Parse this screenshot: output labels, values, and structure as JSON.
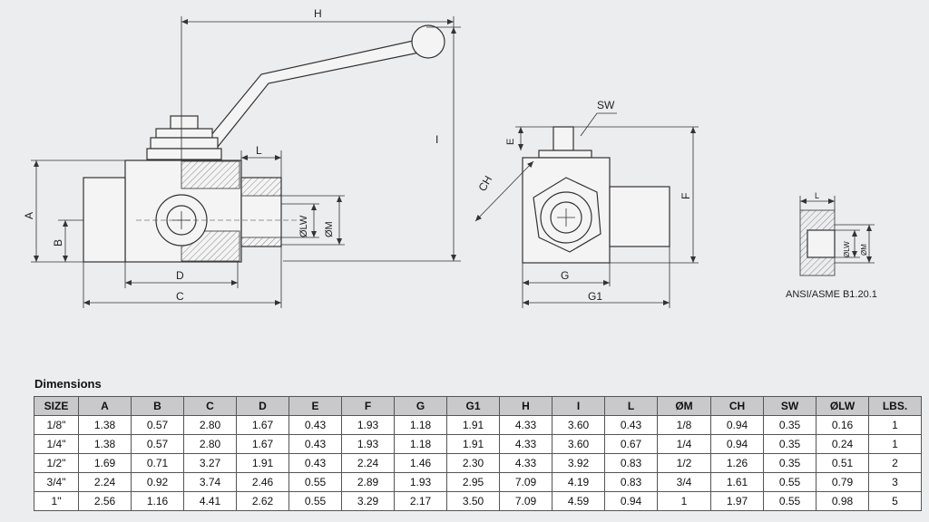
{
  "drawing": {
    "labels": {
      "H": "H",
      "I": "I",
      "L": "L",
      "A": "A",
      "B": "B",
      "C": "C",
      "D": "D",
      "LW": "ØLW",
      "M": "ØM",
      "SW": "SW",
      "E": "E",
      "CH": "CH",
      "F": "F",
      "G": "G",
      "G1": "G1",
      "small_L": "L",
      "small_LW": "ØLW",
      "small_M": "ØM"
    },
    "standard_note": "ANSI/ASME B1.20.1"
  },
  "table": {
    "title": "Dimensions",
    "headers": [
      "SIZE",
      "A",
      "B",
      "C",
      "D",
      "E",
      "F",
      "G",
      "G1",
      "H",
      "I",
      "L",
      "ØM",
      "CH",
      "SW",
      "ØLW",
      "LBS."
    ],
    "rows": [
      [
        "1/8\"",
        "1.38",
        "0.57",
        "2.80",
        "1.67",
        "0.43",
        "1.93",
        "1.18",
        "1.91",
        "4.33",
        "3.60",
        "0.43",
        "1/8",
        "0.94",
        "0.35",
        "0.16",
        "1"
      ],
      [
        "1/4\"",
        "1.38",
        "0.57",
        "2.80",
        "1.67",
        "0.43",
        "1.93",
        "1.18",
        "1.91",
        "4.33",
        "3.60",
        "0.67",
        "1/4",
        "0.94",
        "0.35",
        "0.24",
        "1"
      ],
      [
        "1/2\"",
        "1.69",
        "0.71",
        "3.27",
        "1.91",
        "0.43",
        "2.24",
        "1.46",
        "2.30",
        "4.33",
        "3.92",
        "0.83",
        "1/2",
        "1.26",
        "0.35",
        "0.51",
        "2"
      ],
      [
        "3/4\"",
        "2.24",
        "0.92",
        "3.74",
        "2.46",
        "0.55",
        "2.89",
        "1.93",
        "2.95",
        "7.09",
        "4.19",
        "0.83",
        "3/4",
        "1.61",
        "0.55",
        "0.79",
        "3"
      ],
      [
        "1\"",
        "2.56",
        "1.16",
        "4.41",
        "2.62",
        "0.55",
        "3.29",
        "2.17",
        "3.50",
        "7.09",
        "4.59",
        "0.94",
        "1",
        "1.97",
        "0.55",
        "0.98",
        "5"
      ]
    ]
  }
}
